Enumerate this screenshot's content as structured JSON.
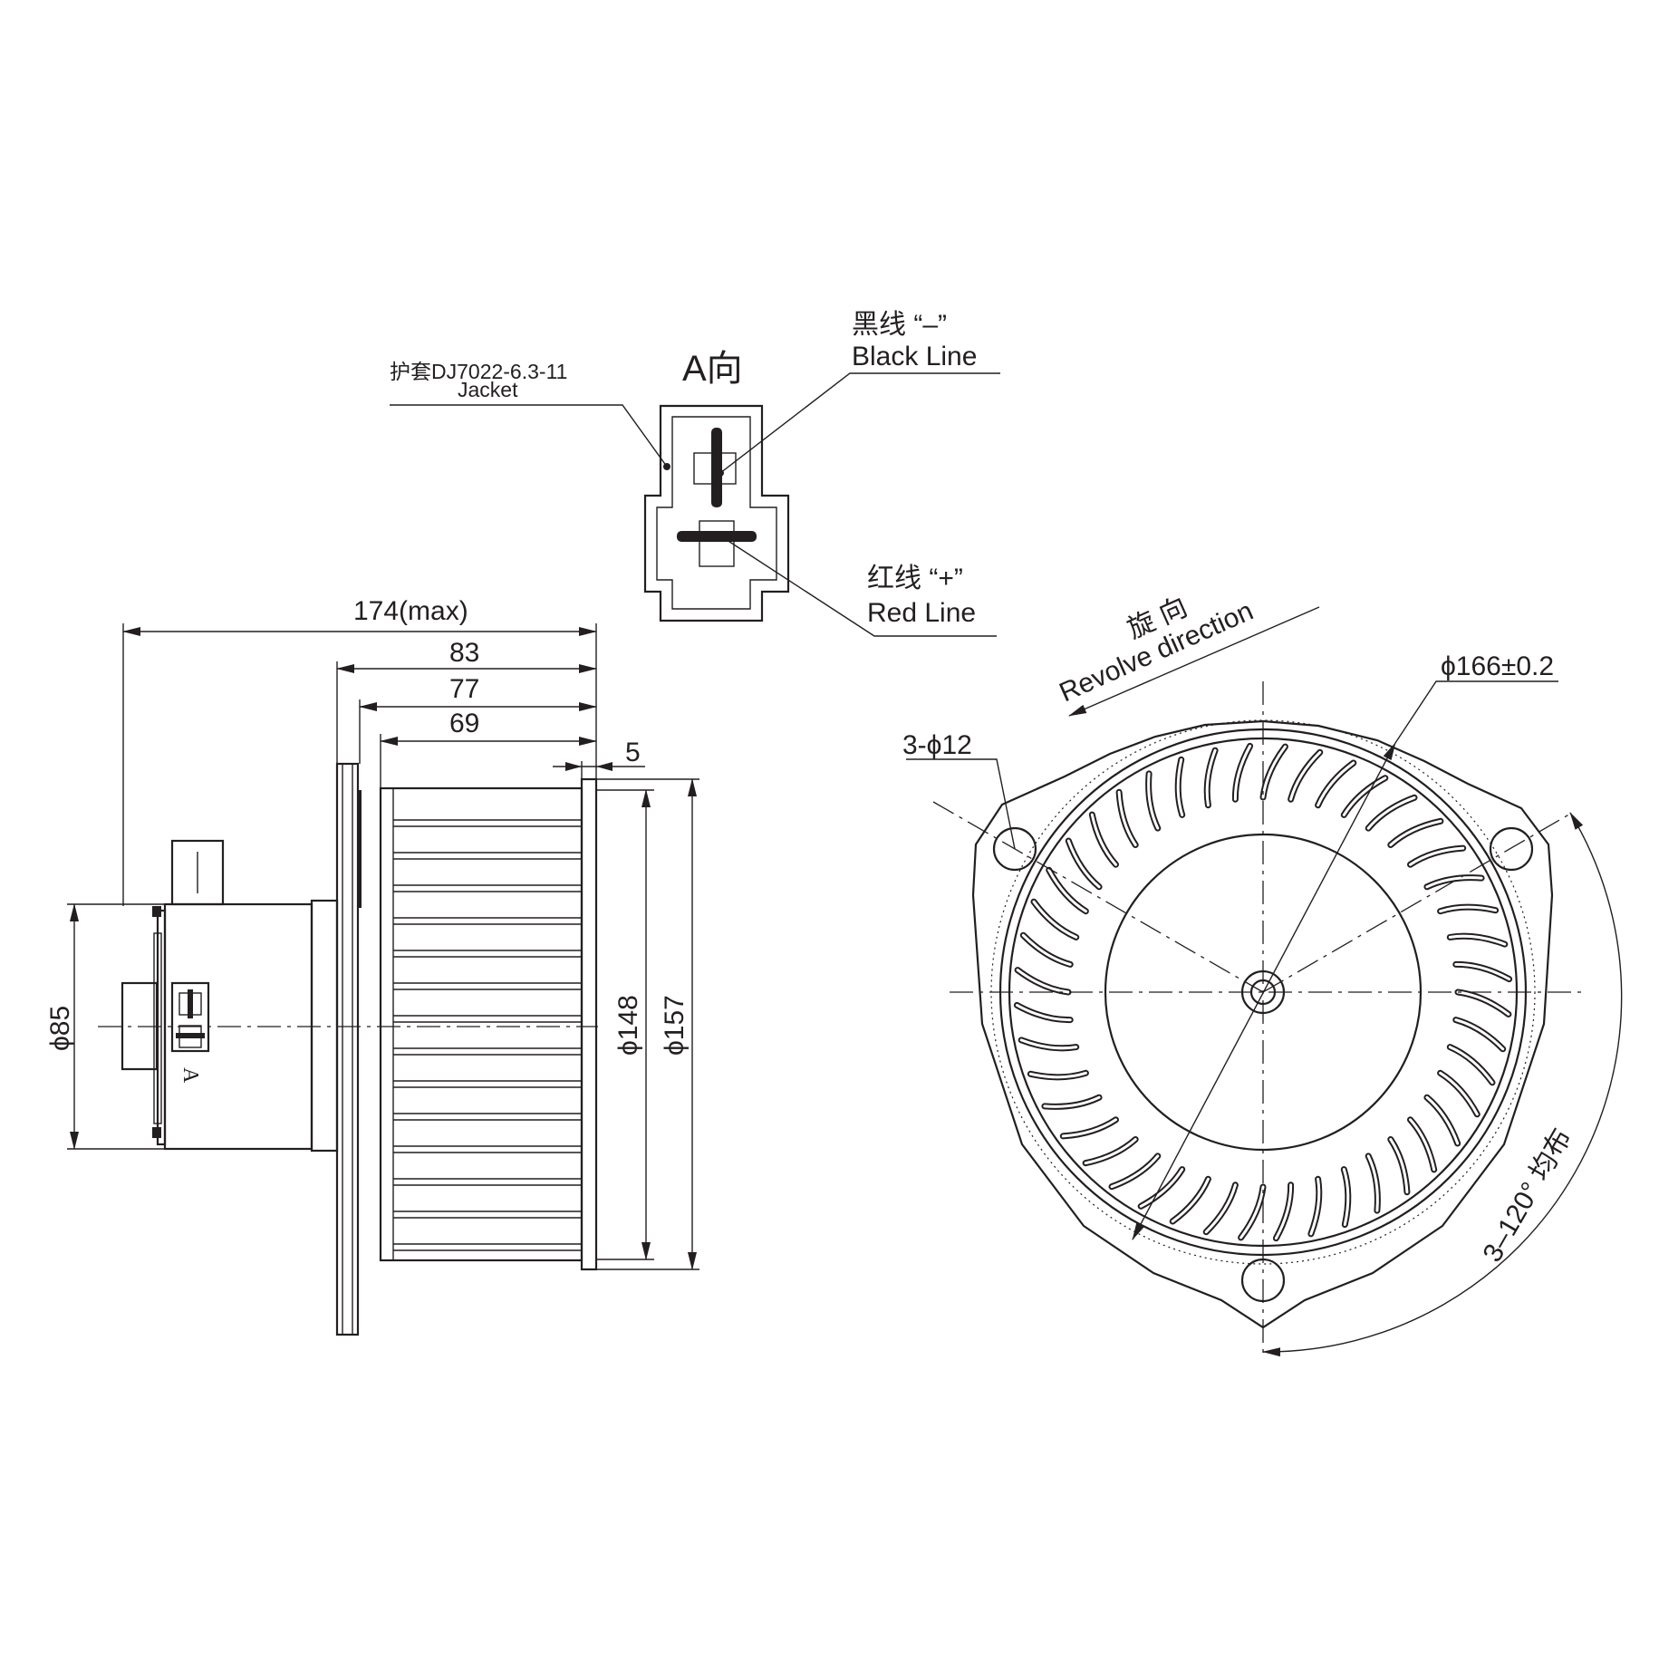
{
  "view_a": {
    "title": "A向",
    "jacket_cn": "护套DJ7022-6.3-11",
    "jacket_en": "Jacket",
    "black_cn": "黑线 “–”",
    "black_en": "Black Line",
    "red_cn": "红线 “+”",
    "red_en": "Red Line"
  },
  "side_view": {
    "dim_total": "174(max)",
    "dim_83": "83",
    "dim_77": "77",
    "dim_69": "69",
    "dim_5": "5",
    "dim_d85": "ϕ85",
    "dim_d148": "ϕ148",
    "dim_d157": "ϕ157",
    "view_arrow_label": "A"
  },
  "front_view": {
    "revolve_cn": "旋 向",
    "revolve_en": "Revolve direction",
    "dia_166": "ϕ166±0.2",
    "holes": "3-ϕ12",
    "spacing": "3–120° 均布"
  }
}
